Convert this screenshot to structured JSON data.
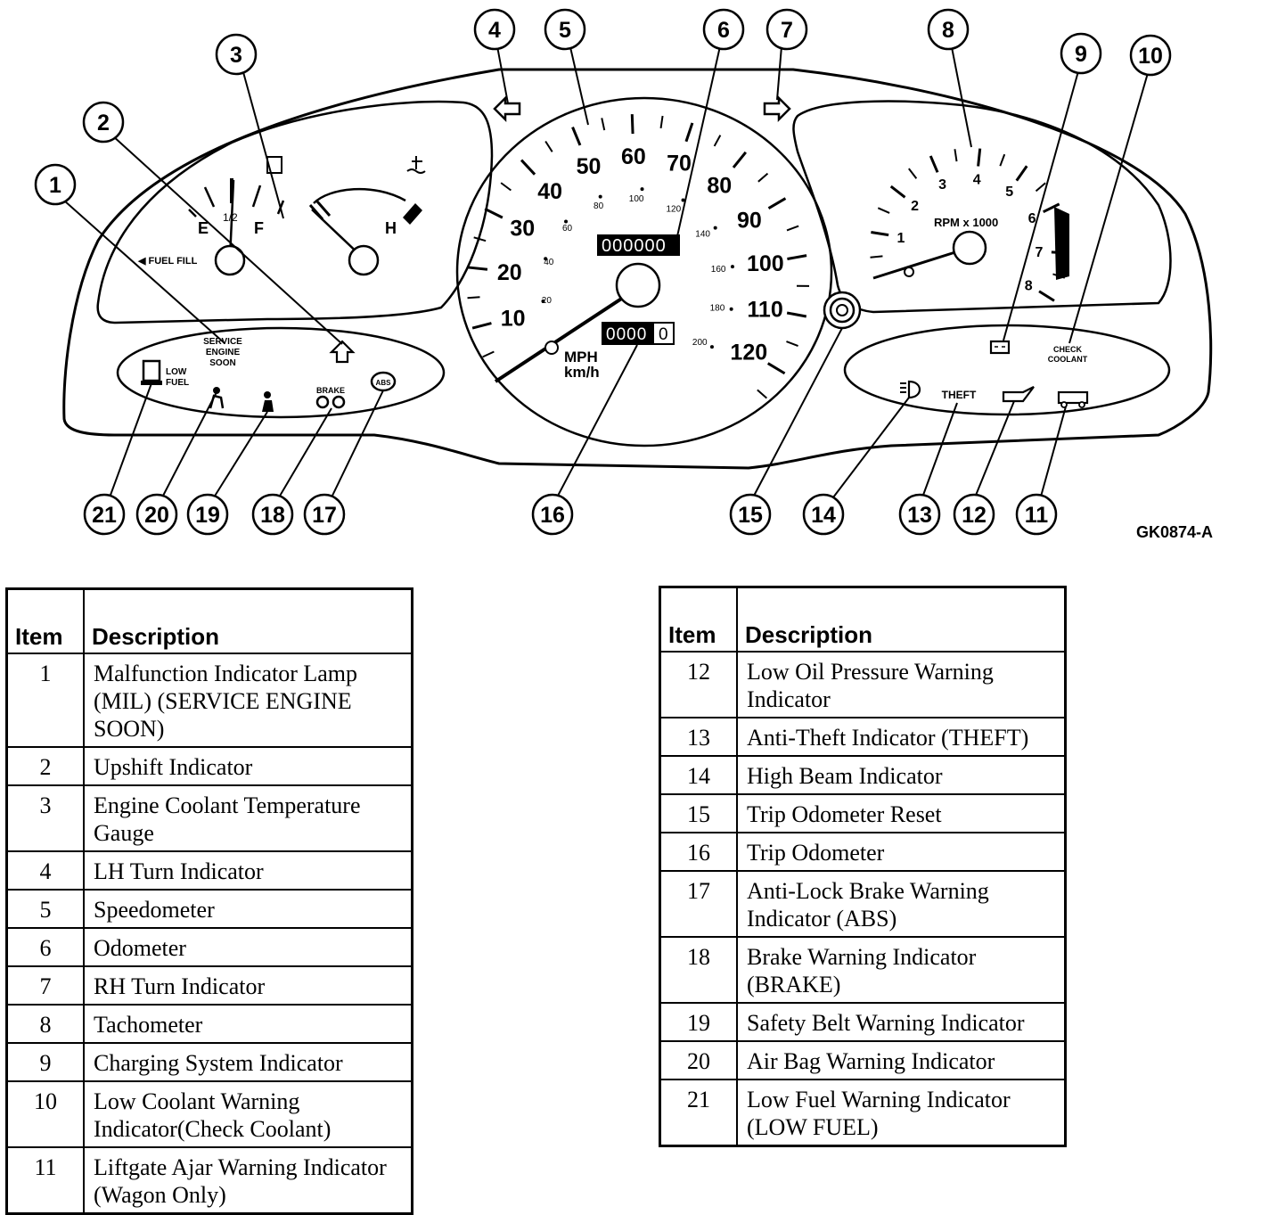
{
  "figure_id": "GK0874-A",
  "callouts": [
    "1",
    "2",
    "3",
    "4",
    "5",
    "6",
    "7",
    "8",
    "9",
    "10",
    "11",
    "12",
    "13",
    "14",
    "15",
    "16",
    "17",
    "18",
    "19",
    "20",
    "21"
  ],
  "fuel_gauge": {
    "empty": "E",
    "half": "1/2",
    "full": "F",
    "fill_label": "◀ FUEL FILL"
  },
  "temp_gauge": {
    "hot": "H"
  },
  "speedometer": {
    "mph_ticks": [
      "10",
      "20",
      "30",
      "40",
      "50",
      "60",
      "70",
      "80",
      "90",
      "100",
      "110",
      "120"
    ],
    "kmh_ticks": [
      "20",
      "40",
      "60",
      "80",
      "100",
      "120",
      "140",
      "160",
      "180",
      "200"
    ],
    "unit_mph": "MPH",
    "unit_kmh": "km/h"
  },
  "odometer": {
    "digits": "000000"
  },
  "trip_odometer": {
    "digits": "0000",
    "tenths": "0"
  },
  "tachometer": {
    "ticks": [
      "1",
      "2",
      "3",
      "4",
      "5",
      "6",
      "7",
      "8"
    ],
    "unit": "RPM x 1000"
  },
  "warning_labels": {
    "service_engine_soon": [
      "SERVICE",
      "ENGINE",
      "SOON"
    ],
    "low_fuel": [
      "LOW",
      "FUEL"
    ],
    "brake": "BRAKE",
    "abs": "ABS",
    "theft": "THEFT",
    "check_coolant": [
      "CHECK",
      "COOLANT"
    ]
  },
  "legend_left": {
    "header_item": "Item",
    "header_description": "Description",
    "rows": [
      {
        "item": "1",
        "description": "Malfunction Indicator Lamp (MIL) (SERVICE ENGINE SOON)"
      },
      {
        "item": "2",
        "description": "Upshift Indicator"
      },
      {
        "item": "3",
        "description": "Engine Coolant Temperature Gauge"
      },
      {
        "item": "4",
        "description": "LH Turn Indicator"
      },
      {
        "item": "5",
        "description": "Speedometer"
      },
      {
        "item": "6",
        "description": "Odometer"
      },
      {
        "item": "7",
        "description": "RH Turn Indicator"
      },
      {
        "item": "8",
        "description": "Tachometer"
      },
      {
        "item": "9",
        "description": "Charging System Indicator"
      },
      {
        "item": "10",
        "description": "Low Coolant Warning Indicator(Check Coolant)"
      },
      {
        "item": "11",
        "description": "Liftgate Ajar Warning Indicator (Wagon Only)"
      }
    ]
  },
  "legend_right": {
    "header_item": "Item",
    "header_description": "Description",
    "rows": [
      {
        "item": "12",
        "description": "Low Oil Pressure Warning Indicator"
      },
      {
        "item": "13",
        "description": "Anti-Theft Indicator (THEFT)"
      },
      {
        "item": "14",
        "description": "High Beam Indicator"
      },
      {
        "item": "15",
        "description": "Trip Odometer Reset"
      },
      {
        "item": "16",
        "description": "Trip Odometer"
      },
      {
        "item": "17",
        "description": "Anti-Lock Brake Warning Indicator (ABS)"
      },
      {
        "item": "18",
        "description": "Brake Warning Indicator (BRAKE)"
      },
      {
        "item": "19",
        "description": "Safety Belt Warning Indicator"
      },
      {
        "item": "20",
        "description": "Air Bag Warning Indicator"
      },
      {
        "item": "21",
        "description": "Low Fuel Warning Indicator (LOW FUEL)"
      }
    ]
  }
}
